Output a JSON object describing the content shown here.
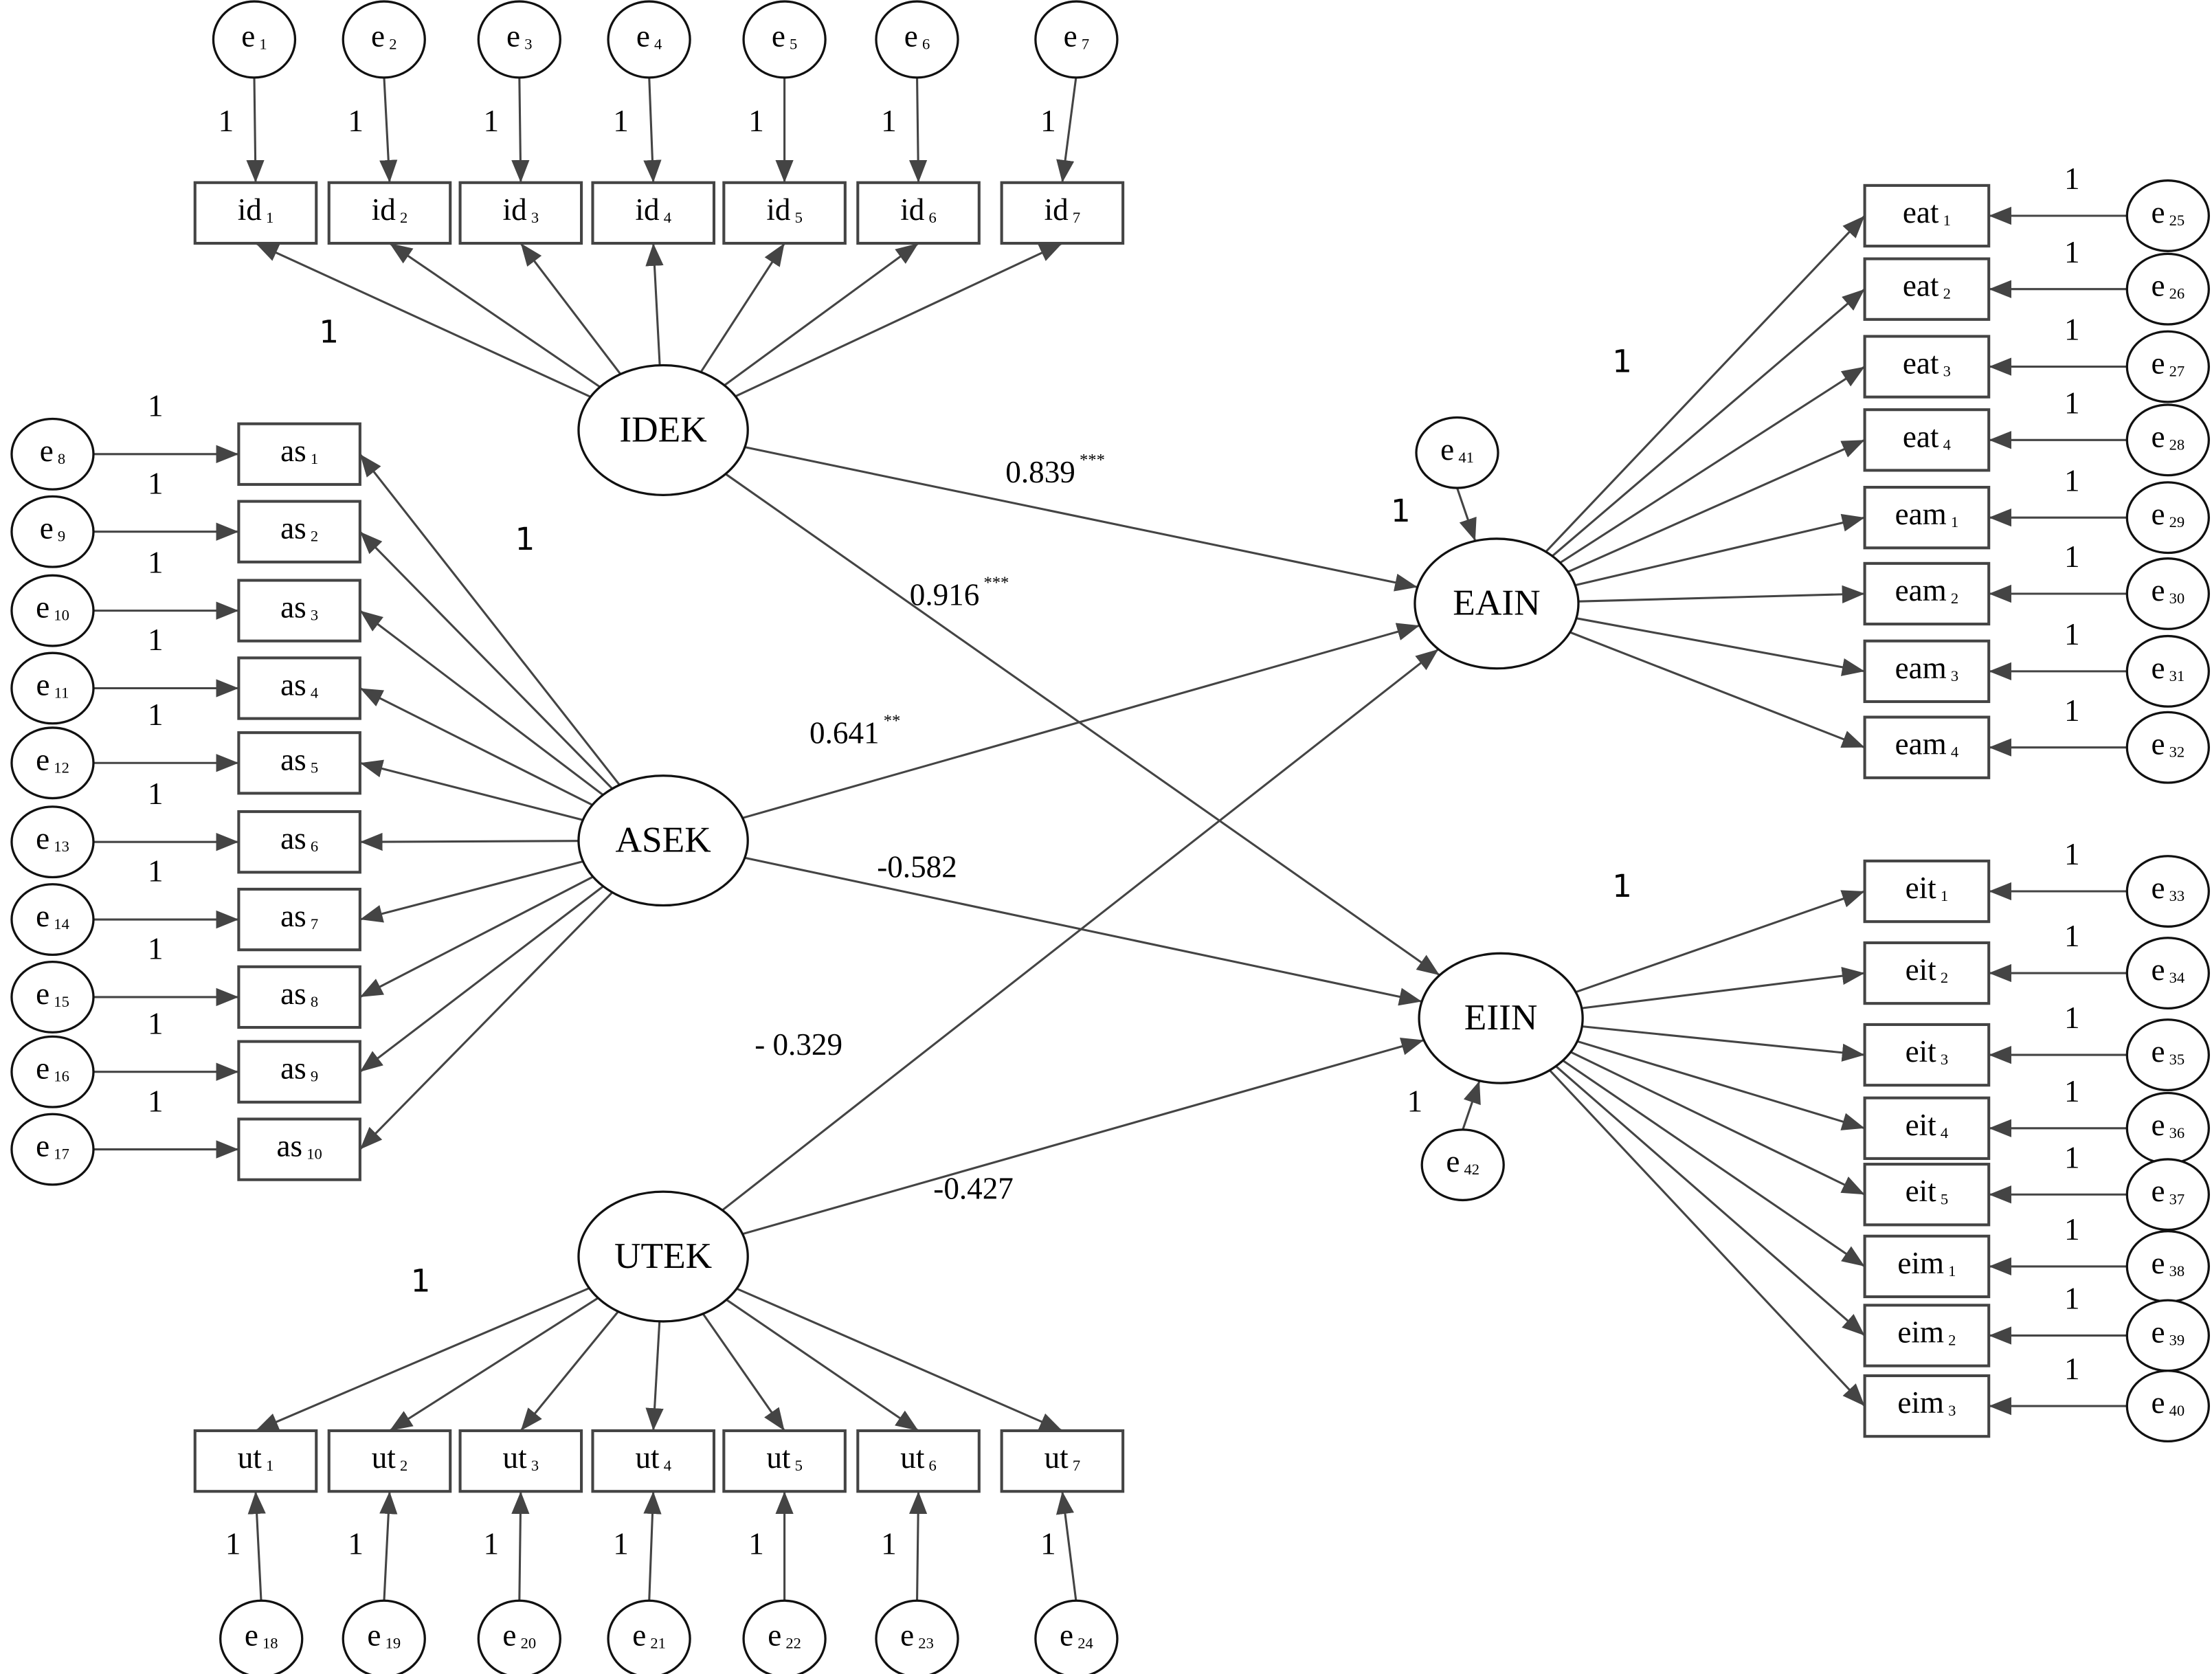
{
  "colors": {
    "line": "#444444",
    "text": "#000000",
    "background": "#ffffff"
  },
  "latents": [
    {
      "id": "IDEK",
      "label": "IDEK"
    },
    {
      "id": "ASEK",
      "label": "ASEK"
    },
    {
      "id": "UTEK",
      "label": "UTEK"
    },
    {
      "id": "EAIN",
      "label": "EAIN"
    },
    {
      "id": "EIIN",
      "label": "EIIN"
    }
  ],
  "indicator_groups": [
    {
      "latent": "IDEK",
      "marker_label": "1",
      "items": [
        {
          "base": "id",
          "sub": "1",
          "err": "1"
        },
        {
          "base": "id",
          "sub": "2",
          "err": "2"
        },
        {
          "base": "id",
          "sub": "3",
          "err": "3"
        },
        {
          "base": "id",
          "sub": "4",
          "err": "4"
        },
        {
          "base": "id",
          "sub": "5",
          "err": "5"
        },
        {
          "base": "id",
          "sub": "6",
          "err": "6"
        },
        {
          "base": "id",
          "sub": "7",
          "err": "7"
        }
      ]
    },
    {
      "latent": "ASEK",
      "marker_label": "1",
      "items": [
        {
          "base": "as",
          "sub": "1",
          "err": "8"
        },
        {
          "base": "as",
          "sub": "2",
          "err": "9"
        },
        {
          "base": "as",
          "sub": "3",
          "err": "10"
        },
        {
          "base": "as",
          "sub": "4",
          "err": "11"
        },
        {
          "base": "as",
          "sub": "5",
          "err": "12"
        },
        {
          "base": "as",
          "sub": "6",
          "err": "13"
        },
        {
          "base": "as",
          "sub": "7",
          "err": "14"
        },
        {
          "base": "as",
          "sub": "8",
          "err": "15"
        },
        {
          "base": "as",
          "sub": "9",
          "err": "16"
        },
        {
          "base": "as",
          "sub": "10",
          "err": "17"
        }
      ]
    },
    {
      "latent": "UTEK",
      "marker_label": "1",
      "items": [
        {
          "base": "ut",
          "sub": "1",
          "err": "18"
        },
        {
          "base": "ut",
          "sub": "2",
          "err": "19"
        },
        {
          "base": "ut",
          "sub": "3",
          "err": "20"
        },
        {
          "base": "ut",
          "sub": "4",
          "err": "21"
        },
        {
          "base": "ut",
          "sub": "5",
          "err": "22"
        },
        {
          "base": "ut",
          "sub": "6",
          "err": "23"
        },
        {
          "base": "ut",
          "sub": "7",
          "err": "24"
        }
      ]
    },
    {
      "latent": "EAIN",
      "marker_label": "1",
      "items": [
        {
          "base": "eat",
          "sub": "1",
          "err": "25"
        },
        {
          "base": "eat",
          "sub": "2",
          "err": "26"
        },
        {
          "base": "eat",
          "sub": "3",
          "err": "27"
        },
        {
          "base": "eat",
          "sub": "4",
          "err": "28"
        },
        {
          "base": "eam",
          "sub": "1",
          "err": "29"
        },
        {
          "base": "eam",
          "sub": "2",
          "err": "30"
        },
        {
          "base": "eam",
          "sub": "3",
          "err": "31"
        },
        {
          "base": "eam",
          "sub": "4",
          "err": "32"
        }
      ]
    },
    {
      "latent": "EIIN",
      "marker_label": "1",
      "items": [
        {
          "base": "eit",
          "sub": "1",
          "err": "33"
        },
        {
          "base": "eit",
          "sub": "2",
          "err": "34"
        },
        {
          "base": "eit",
          "sub": "3",
          "err": "35"
        },
        {
          "base": "eit",
          "sub": "4",
          "err": "36"
        },
        {
          "base": "eit",
          "sub": "5",
          "err": "37"
        },
        {
          "base": "eim",
          "sub": "1",
          "err": "38"
        },
        {
          "base": "eim",
          "sub": "2",
          "err": "39"
        },
        {
          "base": "eim",
          "sub": "3",
          "err": "40"
        }
      ]
    }
  ],
  "error_weight_label": "1",
  "error_symbol": "e",
  "disturbances": [
    {
      "latent": "EAIN",
      "err": "41",
      "weight": "1"
    },
    {
      "latent": "EIIN",
      "err": "42",
      "weight": "1"
    }
  ],
  "structural_paths": [
    {
      "from": "IDEK",
      "to": "EAIN",
      "coef": "0.839",
      "sig": "***"
    },
    {
      "from": "IDEK",
      "to": "EIIN",
      "coef": "0.916",
      "sig": "***"
    },
    {
      "from": "ASEK",
      "to": "EAIN",
      "coef": "0.641",
      "sig": "**"
    },
    {
      "from": "ASEK",
      "to": "EIIN",
      "coef": "-0.582",
      "sig": ""
    },
    {
      "from": "UTEK",
      "to": "EAIN",
      "coef": "- 0.329",
      "sig": ""
    },
    {
      "from": "UTEK",
      "to": "EIIN",
      "coef": "-0.427",
      "sig": ""
    }
  ]
}
